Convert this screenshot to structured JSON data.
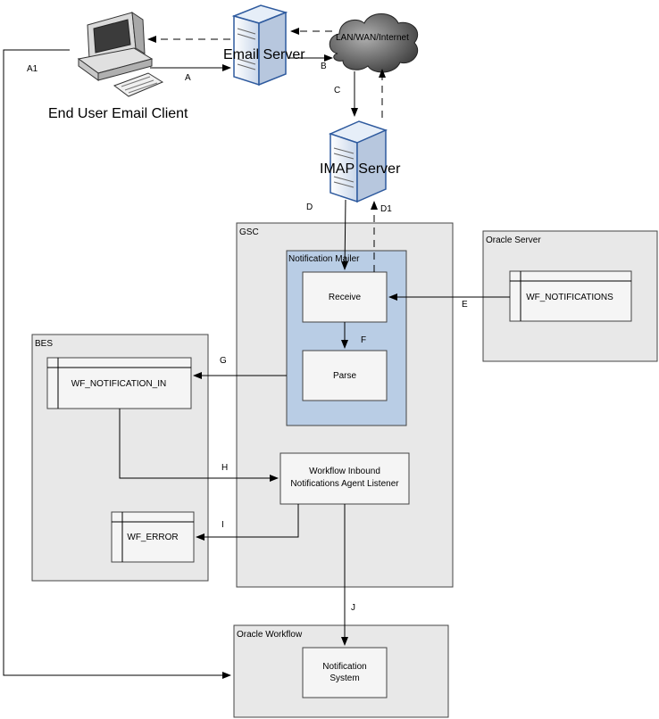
{
  "nodes": {
    "email_client": "End User Email Client",
    "email_server": "Email Server",
    "cloud": "LAN/WAN/Internet",
    "imap_server": "IMAP Server",
    "gsc": "GSC",
    "notification_mailer": "Notification Mailer",
    "receive": "Receive",
    "parse": "Parse",
    "oracle_server": "Oracle Server",
    "wf_notifications": "WF_NOTIFICATIONS",
    "bes": "BES",
    "wf_notification_in": "WF_NOTIFICATION_IN",
    "wf_error": "WF_ERROR",
    "listener_line1": "Workflow Inbound",
    "listener_line2": "Notifications Agent Listener",
    "oracle_workflow": "Oracle Workflow",
    "notif_system_line1": "Notification",
    "notif_system_line2": "System"
  },
  "connectors": {
    "A": "A",
    "A1": "A1",
    "B": "B",
    "C": "C",
    "D": "D",
    "D1": "D1",
    "E": "E",
    "F": "F",
    "G": "G",
    "H": "H",
    "I": "I",
    "J": "J"
  }
}
